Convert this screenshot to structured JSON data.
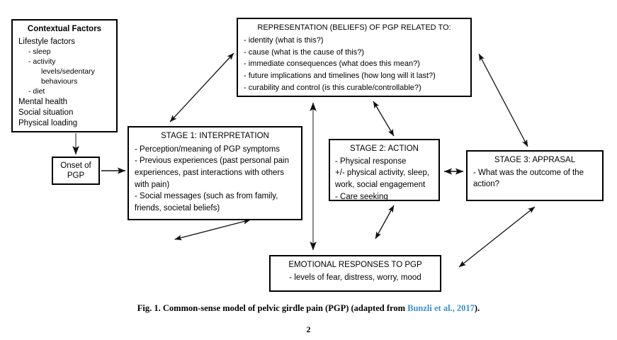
{
  "figure": {
    "caption_prefix": "Fig. 1.",
    "caption_text": "Common-sense model of pelvic girdle pain (PGP) (adapted from",
    "caption_citation": "Bunzli et al., 2017",
    "caption_suffix": ").",
    "citation_color": "#3a8ed0",
    "page_number": "2"
  },
  "boxes": {
    "contextual_factors": {
      "title": "Contextual Factors",
      "lines": [
        "Lifestyle factors",
        "-   sleep",
        "-   activity",
        "levels/sedentary",
        "behaviours",
        "-   diet",
        "Mental health",
        "Social situation",
        "Physical loading"
      ]
    },
    "onset": {
      "line1": "Onset of",
      "line2": "PGP"
    },
    "representation": {
      "title": "REPRESENTATION (BELIEFS) OF PGP RELATED TO:",
      "lines": [
        "- identity (what is this?)",
        "- cause (what is the cause of this?)",
        "- immediate consequences (what does this mean?)",
        "- future implications and timelines (how long will it last?)",
        "- curability and control (is this curable/controllable?)"
      ]
    },
    "stage1": {
      "title": "STAGE 1: INTERPRETATION",
      "lines": [
        "- Perception/meaning of PGP symptoms",
        "- Previous experiences (past personal pain experiences, past interactions with others with pain)",
        "- Social messages (such as from family, friends, societal beliefs)"
      ]
    },
    "stage2": {
      "title": "STAGE 2: ACTION",
      "lines": [
        "- Physical response",
        "+/- physical activity, sleep, work, social engagement",
        "- Care seeking"
      ]
    },
    "stage3": {
      "title": "STAGE 3: APPRASAL",
      "lines": [
        "- What was the outcome of the action?"
      ]
    },
    "emotional_responses": {
      "title": "EMOTIONAL RESPONSES TO PGP",
      "lines": [
        "- levels of fear, distress, worry, mood"
      ]
    }
  },
  "connectors": [
    {
      "name": "contextual-to-onset",
      "heads": "end"
    },
    {
      "name": "onset-to-stage1",
      "heads": "end"
    },
    {
      "name": "stage1-to-representation",
      "heads": "both"
    },
    {
      "name": "representation-to-stage3",
      "heads": "both"
    },
    {
      "name": "representation-to-stage2",
      "heads": "both"
    },
    {
      "name": "representation-to-emotional",
      "heads": "both"
    },
    {
      "name": "stage2-to-stage3",
      "heads": "both"
    },
    {
      "name": "stage2-to-emotional",
      "heads": "both"
    },
    {
      "name": "stage1-to-emotional",
      "heads": "both"
    },
    {
      "name": "stage3-to-emotional",
      "heads": "both"
    }
  ]
}
